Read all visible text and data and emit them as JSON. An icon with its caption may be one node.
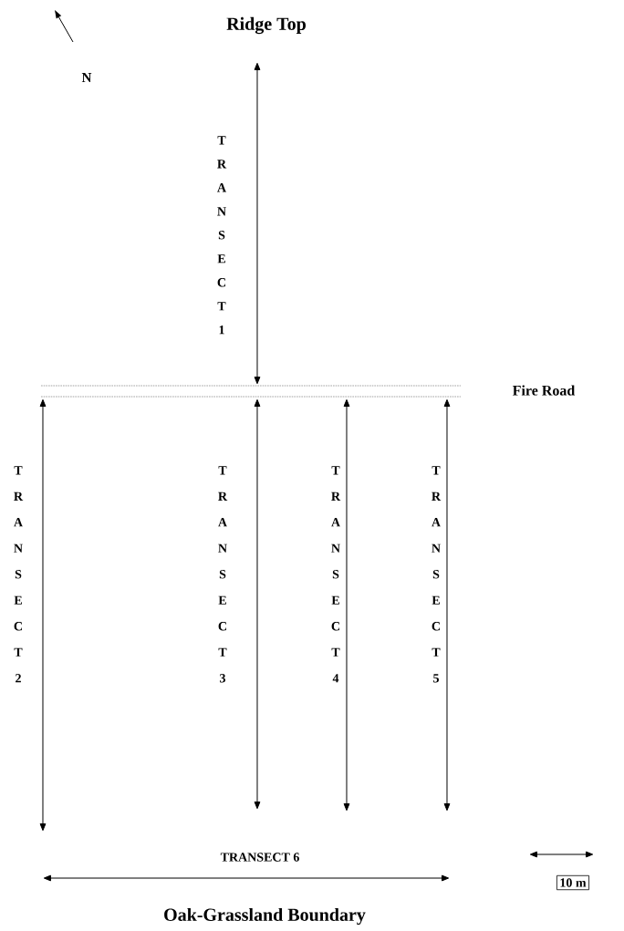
{
  "diagram": {
    "nodes": [
      {
        "text": [
          "10 m"
        ]
      }
    ],
    "labels": [
      "Ridge Top",
      "N",
      "TRANSECT 1",
      "Fire Road",
      "TRANSECT 2",
      "TRANSECT 3",
      "TRANSECT 4",
      "TRANSECT 5",
      "TRANSECT 6",
      "Oak-Grassland Boundary"
    ]
  }
}
